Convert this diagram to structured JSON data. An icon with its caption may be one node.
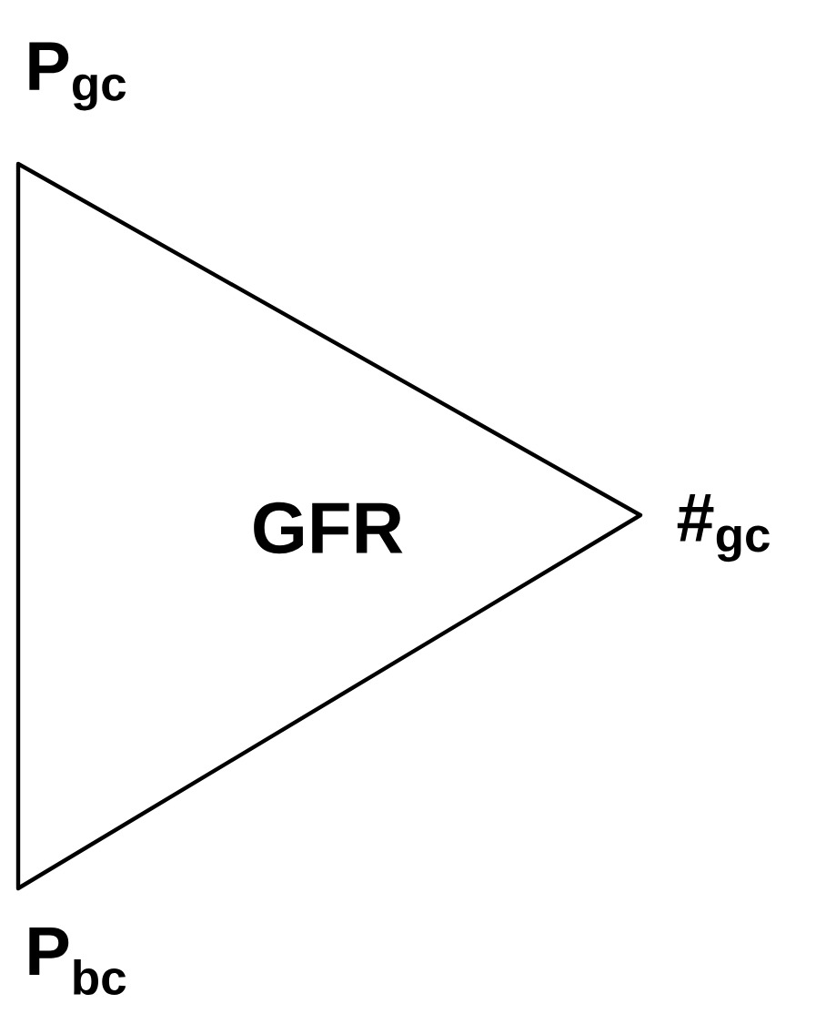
{
  "diagram": {
    "nodes": [
      {
        "text": [
          "GFR"
        ]
      }
    ],
    "labels": [
      "P$_{gc}$",
      "#$_{gc}$",
      "P$_{bc}$"
    ]
  }
}
